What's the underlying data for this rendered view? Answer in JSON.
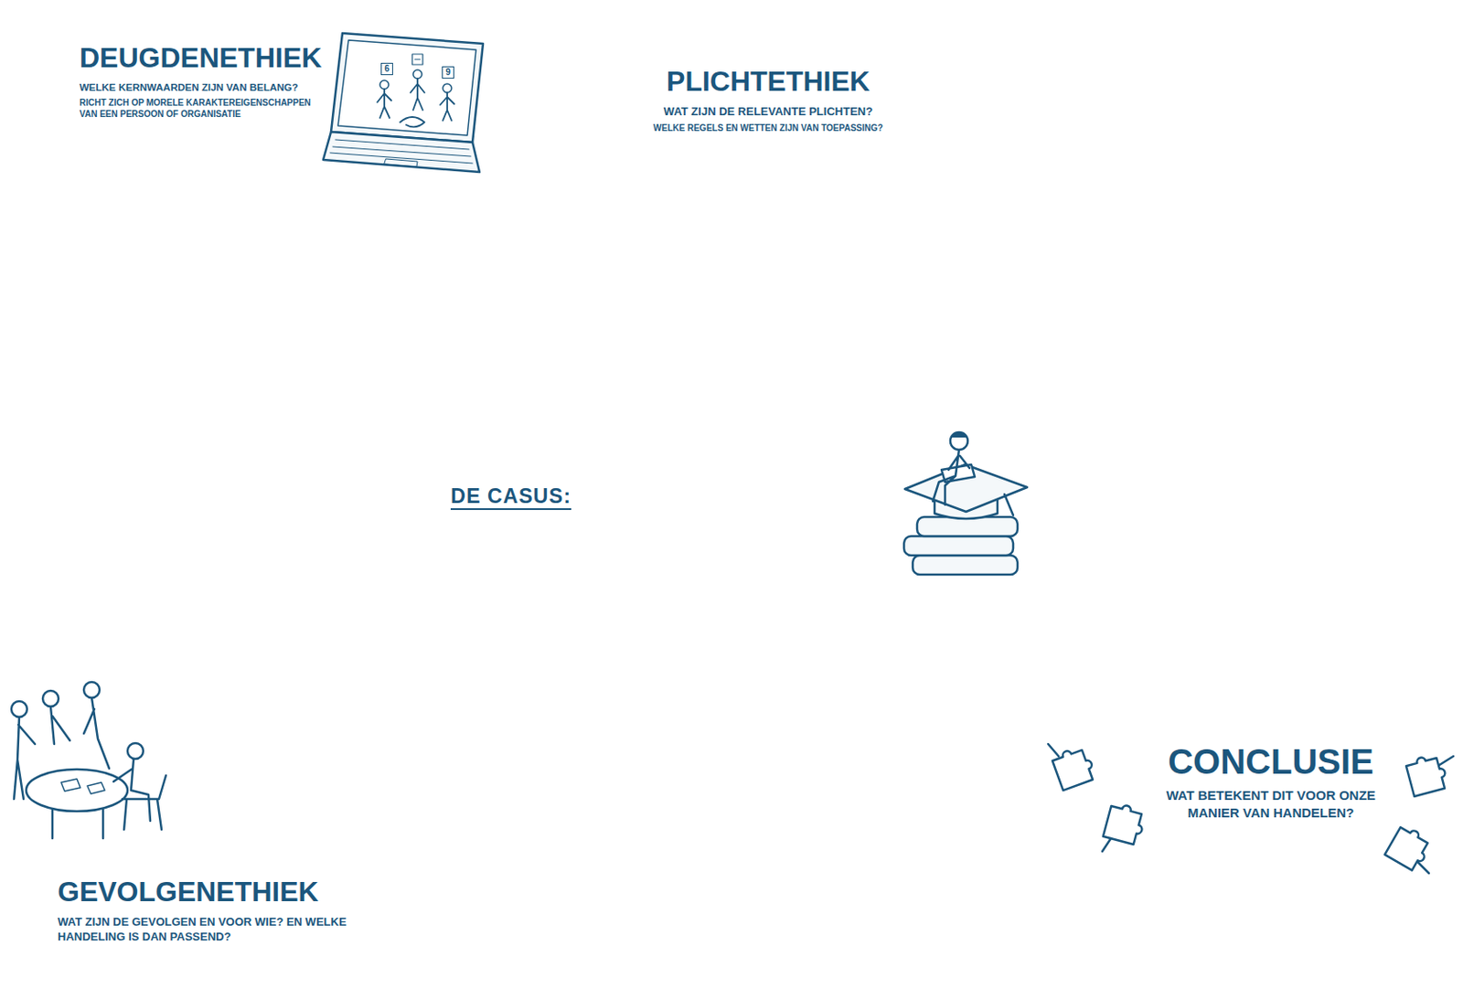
{
  "diagram": {
    "nodes": [
      {
        "text": [
          "DEUGDENETHIEK",
          "WELKE KERNWAARDEN ZIJN VAN BELANG?",
          "RICHT ZICH OP MORELE KARAKTEREIGENSCHAPPEN VAN EEN PERSOON OF ORGANISATIE"
        ]
      },
      {
        "text": [
          "PLICHTETHIEK",
          "WAT ZIJN DE RELEVANTE PLICHTEN?",
          "WELKE REGELS EN WETTEN ZIJN VAN TOEPASSING?"
        ]
      },
      {
        "text": [
          "DE CASUS:"
        ]
      },
      {
        "text": [
          "GEVOLGENETHIEK",
          "WAT ZIJN DE GEVOLGEN EN VOOR WIE? EN WELKE HANDELING IS DAN PASSEND?"
        ]
      },
      {
        "text": [
          "CONCLUSIE",
          "WAT BETEKENT DIT VOOR ONZE MANIER VAN HANDELEN?"
        ]
      }
    ],
    "labels": [
      "6",
      "9"
    ]
  }
}
